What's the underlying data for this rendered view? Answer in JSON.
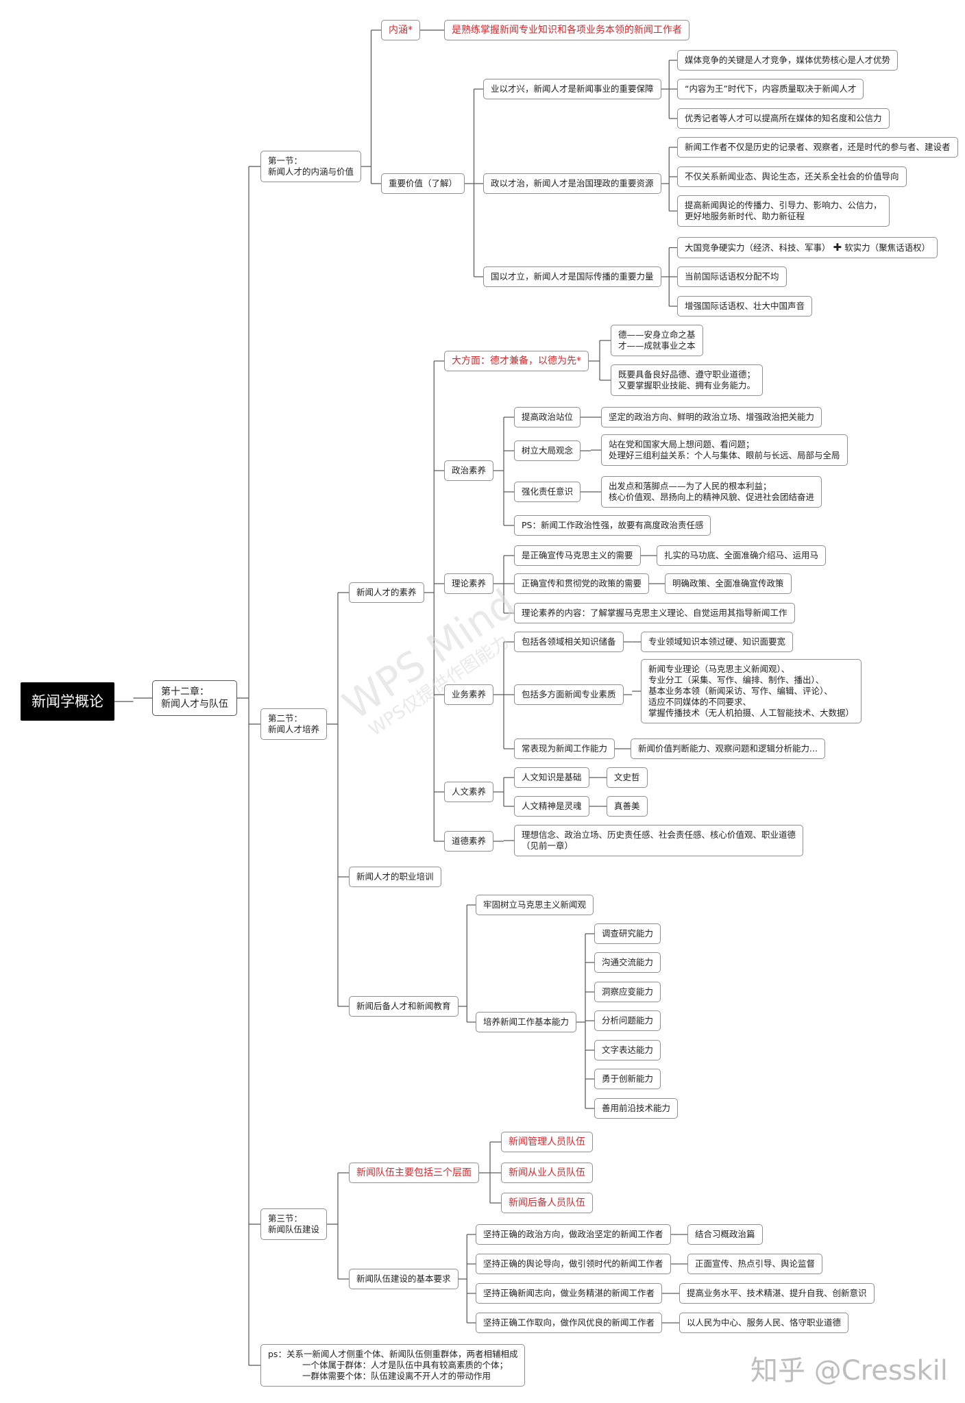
{
  "root": "新闻学概论",
  "chapter": [
    "第十二章：",
    "新闻人才与队伍"
  ],
  "sec1": {
    "title": [
      "第一节：",
      "新闻人才的内涵与价值"
    ],
    "neihan": "内涵*",
    "neihan_desc": "是熟练掌握新闻专业知识和各项业务本领的新闻工作者",
    "value": "重要价值（了解）",
    "v1": "业以才兴，新闻人才是新闻事业的重要保障",
    "v1_items": [
      "媒体竞争的关键是人才竞争，媒体优势核心是人才优势",
      "“内容为王”时代下，内容质量取决于新闻人才",
      "优秀记者等人才可以提高所在媒体的知名度和公信力"
    ],
    "v2": "政以才治，新闻人才是治国理政的重要资源",
    "v2_items": [
      "新闻工作者不仅是历史的记录者、观察者，还是时代的参与者、建设者",
      "不仅关系新闻业态、舆论生态，还关系全社会的价值导向",
      "提高新闻舆论的传播力、引导力、影响力、公信力，",
      "更好地服务新时代、助力新征程"
    ],
    "v3": "国以才立，新闻人才是国际传播的重要力量",
    "v3_item1": [
      "大国竞争硬实力（经济、科技、军事）",
      "✚",
      "软实力（聚焦话语权）"
    ],
    "v3_items": [
      "当前国际话语权分配不均",
      "增强国际话语权、壮大中国声音"
    ]
  },
  "sec2": {
    "title": [
      "第二节：",
      "新闻人才培养"
    ],
    "suyang": "新闻人才的素养",
    "dafangmian": "大方面：德才兼备，以德为先*",
    "de": [
      "德——安身立命之基",
      "才——成就事业之本"
    ],
    "jiyao": [
      "既要具备良好品德、遵守职业道德；",
      "又要掌握职业技能、拥有业务能力。"
    ],
    "zhengzhi": "政治素养",
    "zz1": "提高政治站位",
    "zz1d": "坚定的政治方向、鲜明的政治立场、增强政治把关能力",
    "zz2": "树立大局观念",
    "zz2d": [
      "站在党和国家大局上想问题、看问题；",
      "处理好三组利益关系：个人与集体、眼前与长远、局部与全局"
    ],
    "zz3": "强化责任意识",
    "zz3d": [
      "出发点和落脚点——为了人民的根本利益；",
      "核心价值观、昂扬向上的精神风貌、促进社会团结奋进"
    ],
    "zz4": "PS：新闻工作政治性强，故要有高度政治责任感",
    "lilun": "理论素养",
    "ll1": "是正确宣传马克思主义的需要",
    "ll1d": "扎实的马功底、全面准确介绍马、运用马",
    "ll2": "正确宣传和贯彻党的政策的需要",
    "ll2d": "明确政策、全面准确宣传政策",
    "ll3": "理论素养的内容：了解掌握马克思主义理论、自觉运用其指导新闻工作",
    "yewu": "业务素养",
    "yw1": "包括各领域相关知识储备",
    "yw1d": "专业领域知识本领过硬、知识面要宽",
    "yw2": "包括多方面新闻专业素质",
    "yw2d": [
      "新闻专业理论（马克思主义新闻观）、",
      "专业分工（采集、写作、编排、制作、播出）、",
      "基本业务本领（新闻采访、写作、编辑、评论）、",
      "适应不同媒体的不同要求、",
      "掌握传播技术（无人机拍摄、人工智能技术、大数据）"
    ],
    "yw3": "常表现为新闻工作能力",
    "yw3d": "新闻价值判断能力、观察问题和逻辑分析能力...",
    "renwen": "人文素养",
    "rw1": "人文知识是基础",
    "rw1d": "文史哲",
    "rw2": "人文精神是灵魂",
    "rw2d": "真善美",
    "daode": "道德素养",
    "dd1": [
      "理想信念、政治立场、历史责任感、社会责任感、核心价值观、职业道德",
      "（见前一章）"
    ],
    "peixun": "新闻人才的职业培训",
    "houbei": "新闻后备人才和新闻教育",
    "hb1": "牢固树立马克思主义新闻观",
    "hb2": "培养新闻工作基本能力",
    "abilities": [
      "调查研究能力",
      "沟通交流能力",
      "洞察应变能力",
      "分析问题能力",
      "文字表达能力",
      "勇于创新能力",
      "善用前沿技术能力"
    ]
  },
  "sec3": {
    "title": [
      "第三节：",
      "新闻队伍建设"
    ],
    "duiwu": "新闻队伍主要包括三个层面",
    "teams": [
      "新闻管理人员队伍",
      "新闻从业人员队伍",
      "新闻后备人员队伍"
    ],
    "req": "新闻队伍建设的基本要求",
    "reqs": [
      "坚持正确的政治方向，做政治坚定的新闻工作者",
      "坚持正确的舆论导向，做引领时代的新闻工作者",
      "坚持正确新闻志向，做业务精湛的新闻工作者",
      "坚持正确工作取向，做作风优良的新闻工作者"
    ],
    "reqd": [
      "结合习概政治篇",
      "正面宣传、热点引导、舆论监督",
      "提高业务水平、技术精湛、提升自我、创新意识",
      "以人民为中心、服务人民、恪守职业道德"
    ]
  },
  "ps": [
    "ps：关系一新闻人才侧重个体、新闻队伍侧重群体，两者相辅相成",
    "一个体属于群体：人才是队伍中具有较高素质的个体；",
    "一群体需要个体：队伍建设离不开人才的带动作用"
  ],
  "watermark": {
    "line1": "WPS Mind",
    "line2": "WPS仅提供作图能力"
  },
  "credit": "知乎 @Cresskil"
}
